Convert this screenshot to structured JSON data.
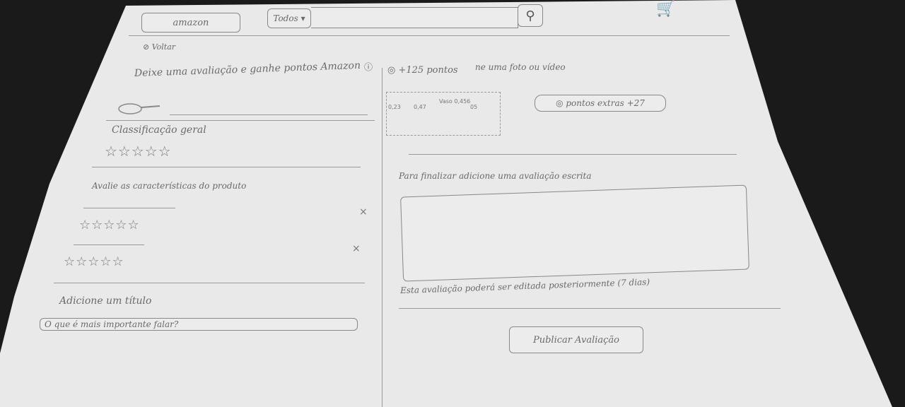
{
  "header": {
    "logo": "amazon",
    "category": "Todos",
    "search_icon": "search-icon",
    "cart_icon": "cart-icon"
  },
  "back_link": "Voltar",
  "page": {
    "title": "Deixe uma avaliação e ganhe pontos Amazon",
    "points": "+125 pontos",
    "photo_prompt": "ne uma foto ou vídeo",
    "photo_button": "pontos extras +27"
  },
  "overall": {
    "label": "Classificação geral",
    "stars": "☆☆☆☆☆"
  },
  "features": {
    "label": "Avalie as características do produto",
    "rows": [
      {
        "stars": "☆☆☆☆☆",
        "remove": "×"
      },
      {
        "stars": "☆☆☆☆☆",
        "remove": "×"
      }
    ]
  },
  "title_section": {
    "label": "Adicione um título",
    "placeholder": "O que é mais importante falar?"
  },
  "written": {
    "label": "Para finalizar adicione uma avaliação escrita",
    "note": "Esta avaliação poderá ser editada posteriormente (7 dias)"
  },
  "publish_button": "Publicar Avaliação",
  "mini_products": [
    "0,23",
    "0,47",
    "Vaso 0,456",
    "05"
  ]
}
